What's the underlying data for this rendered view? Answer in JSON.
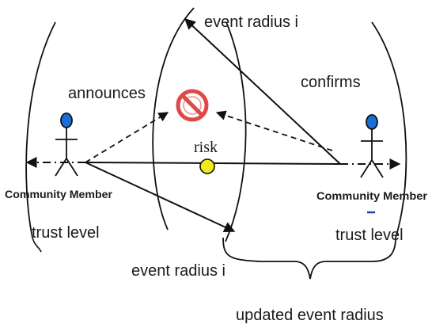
{
  "labels": {
    "event_radius_top": "event radius i",
    "event_radius_bottom": "event radius i",
    "announces": "announces",
    "confirms": "confirms",
    "risk": "risk",
    "member_left": "Community Member",
    "member_right": "Community Member",
    "trust_left": "trust level",
    "trust_right": "trust level",
    "updated_radius": "updated event radius"
  },
  "icons": {
    "risk_symbol": "prohibited-sign-icon",
    "risk_marker": "risk-point-icon",
    "actor": "stick-figure-icon"
  },
  "colors": {
    "line": "#111111",
    "head": "#1a6fd6",
    "prohibit": "#e04848",
    "risk_dot": "#f2ea1c",
    "accent_dash": "#1a3fa0"
  }
}
